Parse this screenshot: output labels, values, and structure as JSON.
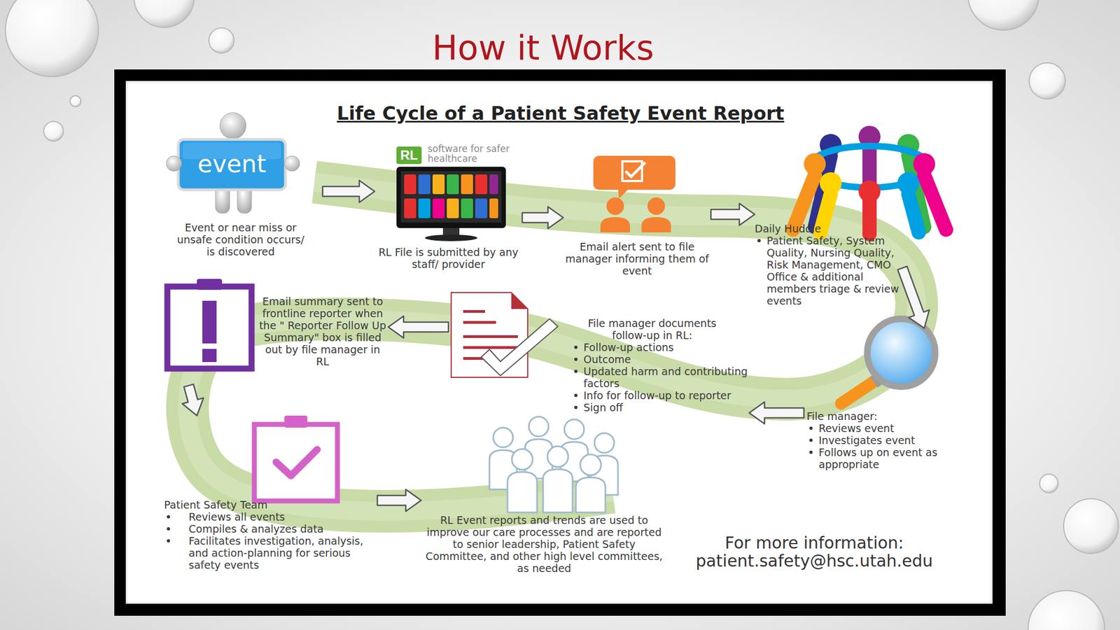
{
  "diagram": {
    "title": "How it Works",
    "nodes": [
      {
        "text": [
          "Event or near miss or unsafe condition occurs/ is discovered"
        ]
      },
      {
        "text": [
          "RL File is submitted by any staff/ provider"
        ]
      },
      {
        "text": [
          "Email alert sent to file manager informing them of event"
        ]
      },
      {
        "text": [
          "Daily Huddle",
          "Patient Safety, System Quality, Nursing Quality, Risk Management, CMO Office & additional members triage & review events"
        ]
      },
      {
        "text": [
          "File manager:",
          "Reviews event",
          "Investigates event",
          "Follows up on event as appropriate"
        ]
      },
      {
        "text": [
          "File manager documents follow-up in RL:",
          "Follow-up actions",
          "Outcome",
          "Updated harm and contributing factors",
          "Info for follow-up to reporter",
          "Sign off"
        ]
      },
      {
        "text": [
          "Email summary sent to frontline reporter when the \" Reporter Follow Up Summary\" box is filled out by file manager in RL"
        ]
      },
      {
        "text": [
          "Patient Safety Team",
          "Reviews all events",
          "Compiles & analyzes data",
          "Facilitates investigation, analysis, and action-planning for serious safety events"
        ]
      },
      {
        "text": [
          "RL Event reports and trends are used to improve our care processes and are reported to senior leadership, Patient Safety Committee, and other high level committees, as needed"
        ]
      }
    ],
    "edges": [
      {
        "from": 0,
        "to": 1,
        "arrow": "to"
      },
      {
        "from": 1,
        "to": 2,
        "arrow": "to"
      },
      {
        "from": 2,
        "to": 3,
        "arrow": "to"
      },
      {
        "from": 3,
        "to": 4,
        "arrow": "to"
      },
      {
        "from": 4,
        "to": 5,
        "arrow": "to"
      },
      {
        "from": 5,
        "to": 6,
        "arrow": "to"
      },
      {
        "from": 6,
        "to": 7,
        "arrow": "to"
      },
      {
        "from": 7,
        "to": 8,
        "arrow": "to"
      }
    ],
    "labels": [
      "Life Cycle of a Patient Safety Event Report",
      "event",
      "RL",
      "software for safer healthcare",
      "For more information:",
      "patient.safety@hsc.utah.edu"
    ]
  }
}
